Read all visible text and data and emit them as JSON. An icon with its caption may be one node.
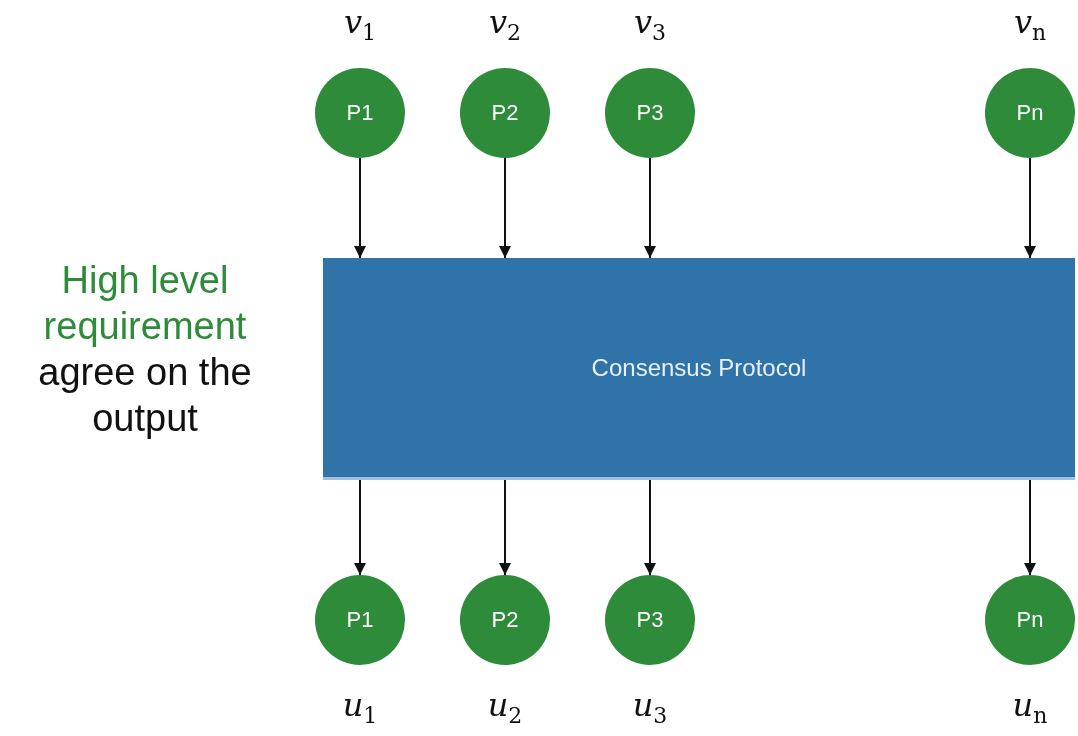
{
  "diagram": {
    "nodes": [
      {
        "text": [
          "P1"
        ],
        "beside": [
          "*v*$_{1}$"
        ]
      },
      {
        "text": [
          "P2"
        ],
        "beside": [
          "*v*$_{2}$"
        ]
      },
      {
        "text": [
          "P3"
        ],
        "beside": [
          "*v*$_{3}$"
        ]
      },
      {
        "text": [
          "Pn"
        ],
        "beside": [
          "*v*$_{n}$"
        ]
      },
      {
        "text": [
          "Consensus Protocol"
        ]
      },
      {
        "text": [
          "P1"
        ],
        "beside": [
          "*u*$_{1}$"
        ]
      },
      {
        "text": [
          "P2"
        ],
        "beside": [
          "*u*$_{2}$"
        ]
      },
      {
        "text": [
          "P3"
        ],
        "beside": [
          "*u*$_{3}$"
        ]
      },
      {
        "text": [
          "Pn"
        ],
        "beside": [
          "*u*$_{n}$"
        ]
      }
    ],
    "edges": [
      {
        "from": 0,
        "to": 4,
        "arrow": "to"
      },
      {
        "from": 1,
        "to": 4,
        "arrow": "to"
      },
      {
        "from": 2,
        "to": 4,
        "arrow": "to"
      },
      {
        "from": 3,
        "to": 4,
        "arrow": "to"
      },
      {
        "from": 4,
        "to": 5,
        "arrow": "to"
      },
      {
        "from": 4,
        "to": 6,
        "arrow": "to"
      },
      {
        "from": 4,
        "to": 7,
        "arrow": "to"
      },
      {
        "from": 4,
        "to": 8,
        "arrow": "to"
      }
    ],
    "labels": [
      "High level requirement",
      "agree on the output"
    ]
  }
}
